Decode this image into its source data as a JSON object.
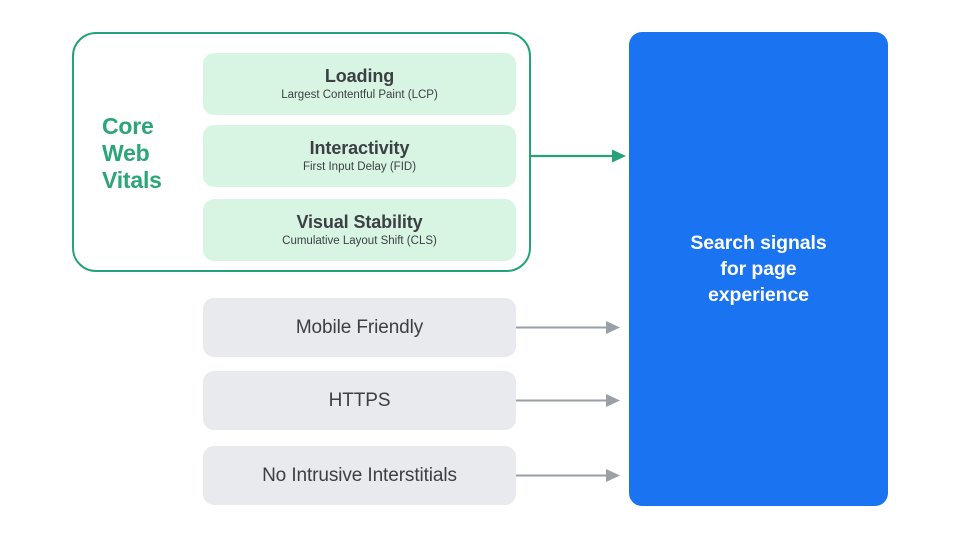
{
  "diagram": {
    "title": "Search signals for page experience",
    "background_color": "#ffffff"
  },
  "core_web_vitals": {
    "label_lines": [
      "Core",
      "Web",
      "Vitals"
    ],
    "label_color": "#2ca579",
    "container_border_color": "#27a17a",
    "card_background": "#d8f5e4",
    "cards": [
      {
        "title": "Loading",
        "subtitle": "Largest Contentful Paint (LCP)"
      },
      {
        "title": "Interactivity",
        "subtitle": "First Input Delay (FID)"
      },
      {
        "title": "Visual Stability",
        "subtitle": "Cumulative Layout Shift (CLS)"
      }
    ]
  },
  "other_signals": {
    "card_background": "#e8eaed",
    "text_color": "#3c4043",
    "cards": [
      {
        "label": "Mobile Friendly"
      },
      {
        "label": "HTTPS"
      },
      {
        "label": "No Intrusive Interstitials"
      }
    ]
  },
  "destination": {
    "lines": [
      "Search signals",
      "for page",
      "experience"
    ],
    "background_color": "#1a73f0",
    "text_color": "#ffffff"
  },
  "connectors": {
    "green_arrow_color": "#27a17a",
    "gray_arrow_color": "#9aa0a6",
    "arrows": [
      {
        "name": "core-web-vitals-to-destination",
        "color": "green"
      },
      {
        "name": "mobile-friendly-to-destination",
        "color": "gray"
      },
      {
        "name": "https-to-destination",
        "color": "gray"
      },
      {
        "name": "no-intrusive-interstitials-to-destination",
        "color": "gray"
      }
    ]
  }
}
